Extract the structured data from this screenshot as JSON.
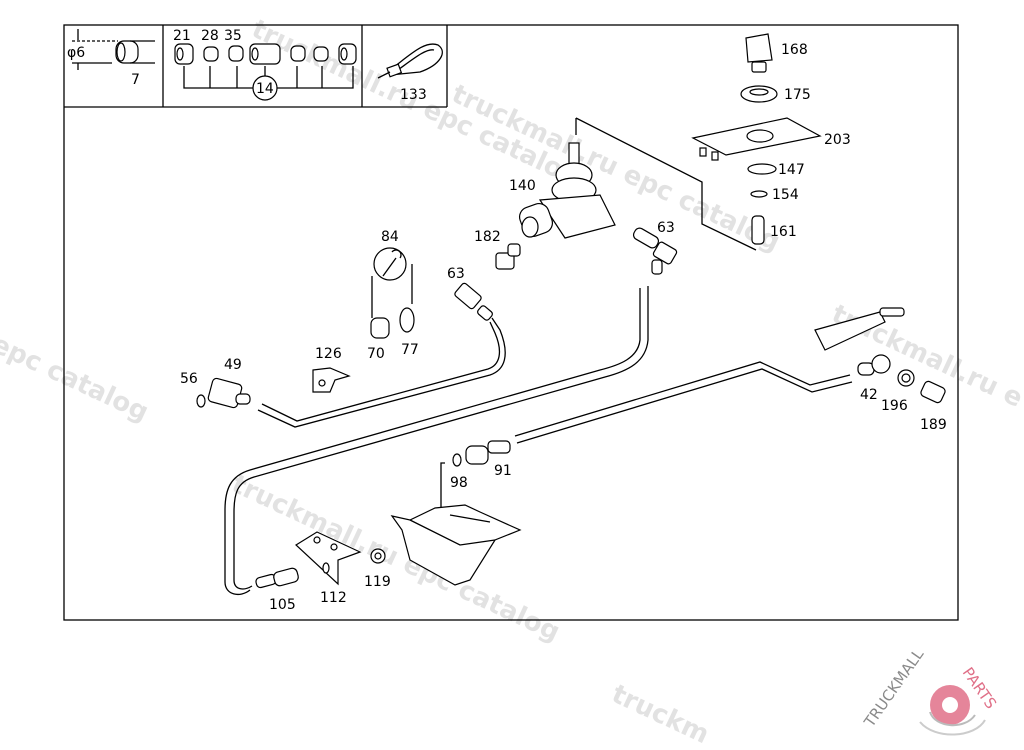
{
  "diagram": {
    "title": "Parts exploded view",
    "insets": [
      {
        "name": "pipe-inset",
        "diameter_label": "φ6",
        "callouts": [
          "7"
        ]
      },
      {
        "name": "fitting-set-inset",
        "callouts": [
          "21",
          "28",
          "35"
        ],
        "group_callout": "14"
      },
      {
        "name": "cable-tie-inset",
        "callouts": [
          "133"
        ]
      }
    ],
    "callouts": {
      "c168": "168",
      "c175": "175",
      "c203": "203",
      "c147": "147",
      "c154": "154",
      "c161": "161",
      "c140": "140",
      "c182": "182",
      "c63a": "63",
      "c63b": "63",
      "c84": "84",
      "c70": "70",
      "c77": "77",
      "c126": "126",
      "c56": "56",
      "c49": "49",
      "c42": "42",
      "c196": "196",
      "c189": "189",
      "c98": "98",
      "c91": "91",
      "c105": "105",
      "c112": "112",
      "c119": "119"
    },
    "inset_labels": {
      "d6": "φ6",
      "c7": "7",
      "c21": "21",
      "c28": "28",
      "c35": "35",
      "c14": "14",
      "c133": "133"
    }
  },
  "watermark": {
    "text_1": "truckmall.ru epc catalog",
    "text_2": "epc catalog",
    "text_3": "truckmall.ru e",
    "text_4": "truckmall.ru epc catalog",
    "text_5": "truckm"
  },
  "logo": {
    "text_left": "TRUCKMALL",
    "text_right": "PARTS",
    "color_gray": "#8a8a8a",
    "color_pink": "#e07088"
  }
}
